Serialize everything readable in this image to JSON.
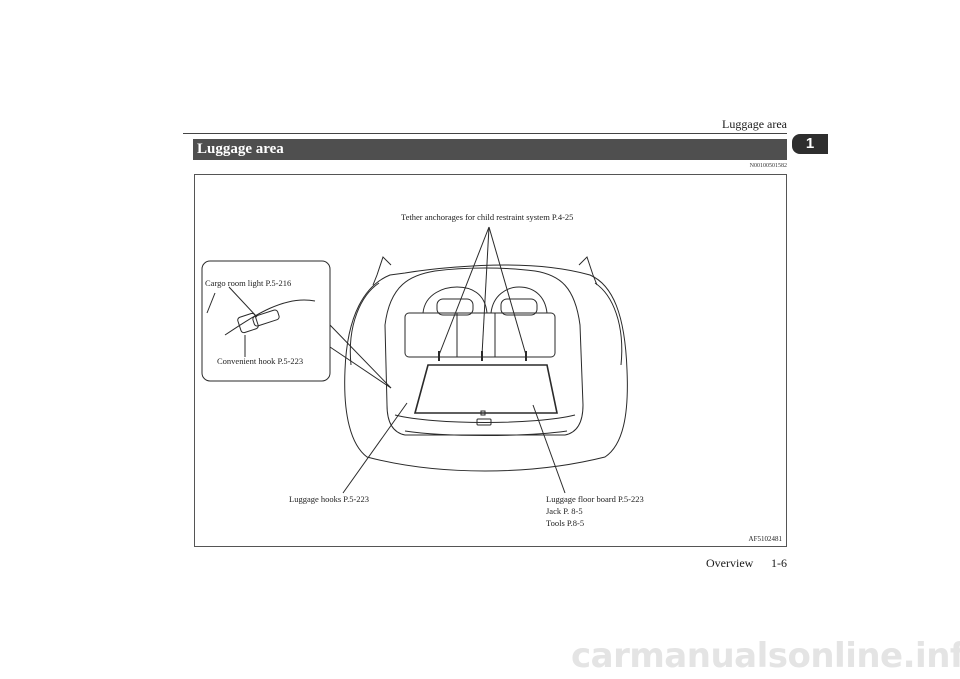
{
  "header": {
    "title": "Luggage area",
    "chapter_tab": "1"
  },
  "section": {
    "title": "Luggage area",
    "id": "N00100501582"
  },
  "figure": {
    "labels": {
      "tether": "Tether anchorages for child restraint system P.4-25",
      "cargo_light": "Cargo room light P.5-216",
      "convenient_hook": "Convenient hook P.5-223",
      "luggage_hooks": "Luggage hooks P.5-223",
      "floor_board": "Luggage floor board P.5-223",
      "jack": "Jack P. 8-5",
      "tools": "Tools P.8-5"
    },
    "code": "AF5102481"
  },
  "footer": {
    "section": "Overview",
    "page": "1-6"
  },
  "watermark": "carmanualsonline.info"
}
